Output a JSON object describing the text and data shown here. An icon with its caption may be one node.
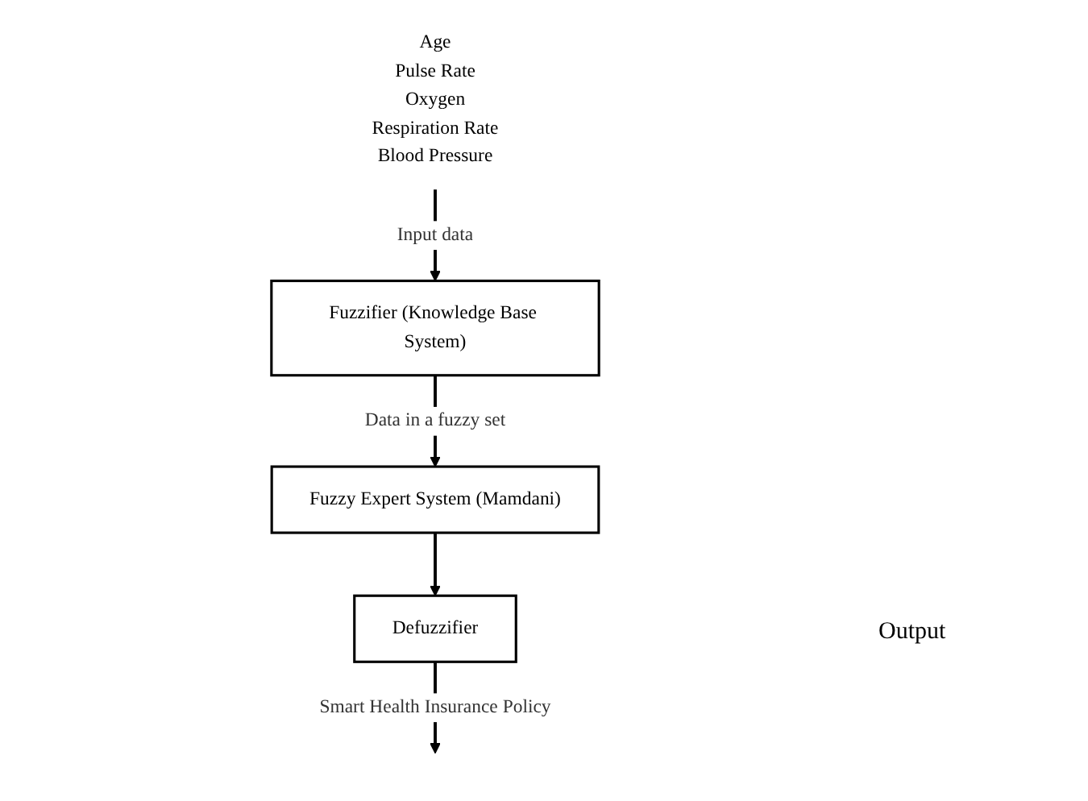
{
  "diagram": {
    "nodes": [
      {
        "text": [
          "Age",
          "Pulse Rate",
          "Oxygen",
          "Respiration  Rate",
          "Blood Pressure"
        ]
      },
      {
        "text": [
          "Fuzzifier (Knowledge Base System)"
        ]
      },
      {
        "text": [
          "Fuzzy Expert System (Mamdani)"
        ]
      },
      {
        "text": [
          "Defuzzifier"
        ]
      }
    ],
    "edges": [
      {
        "from": 0,
        "to": 1,
        "arrow": "to",
        "label": "Input data"
      },
      {
        "from": 1,
        "to": 2,
        "arrow": "to",
        "label": "Data in a fuzzy set"
      },
      {
        "from": 2,
        "to": 3,
        "arrow": "to"
      },
      {
        "from": 3,
        "to": null,
        "arrow": "to",
        "label": "Smart Health Insurance Policy"
      }
    ],
    "labels": [
      "Output"
    ]
  }
}
